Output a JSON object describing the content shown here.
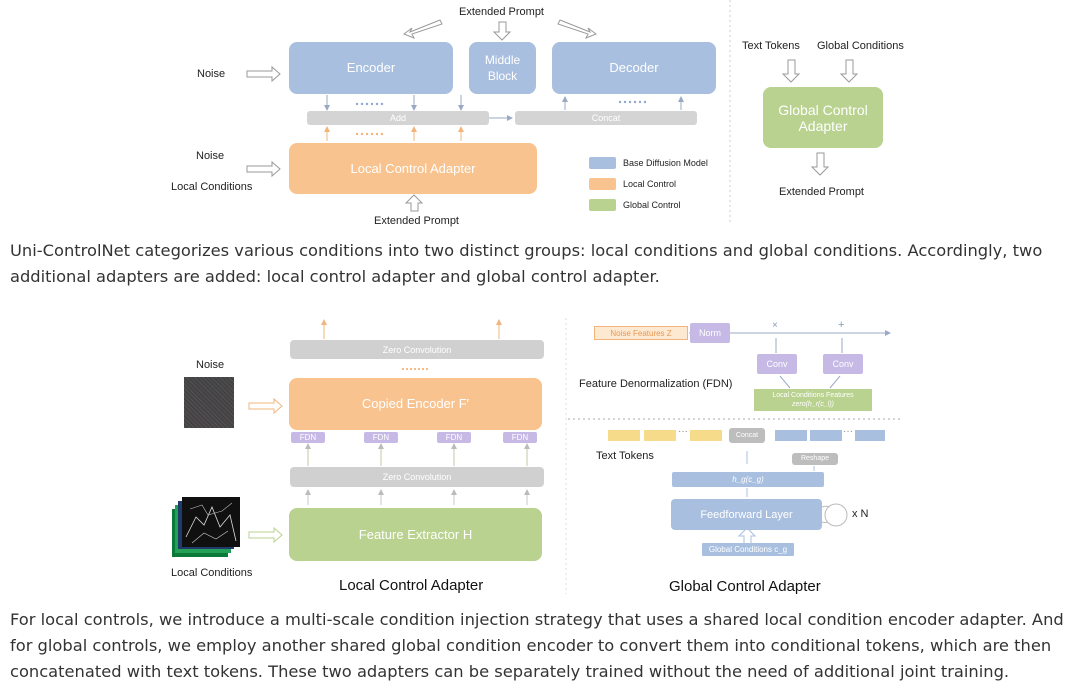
{
  "top_diagram": {
    "extended_prompt_top": "Extended Prompt",
    "noise_left": "Noise",
    "encoder": "Encoder",
    "middle_block": "Middle Block",
    "decoder": "Decoder",
    "add": "Add",
    "concat": "Concat",
    "noise_local": "Noise",
    "local_conditions": "Local Conditions",
    "local_control_adapter": "Local Control Adapter",
    "extended_prompt_bottom": "Extended Prompt",
    "legend": [
      {
        "label": "Base Diffusion Model",
        "color": "#a9bfdf"
      },
      {
        "label": "Local Control",
        "color": "#f8c38f"
      },
      {
        "label": "Global Control",
        "color": "#b9d28f"
      }
    ],
    "text_tokens": "Text Tokens",
    "global_conditions": "Global Conditions",
    "global_control_adapter": "Global Control Adapter",
    "extended_prompt_right": "Extended Prompt"
  },
  "paragraph1": "Uni-ControlNet categorizes various conditions into two distinct groups: local conditions and global conditions. Accordingly, two additional adapters are added: local control adapter and global control adapter.",
  "bottom_diagram": {
    "noise": "Noise",
    "local_conditions": "Local Conditions",
    "zero_conv_top": "Zero Convolution",
    "copied_encoder": "Copied Encoder F′",
    "fdn": "FDN",
    "zero_conv_bottom": "Zero Convolution",
    "feature_extractor": "Feature Extractor H",
    "local_caption": "Local Control Adapter",
    "noise_features": "Noise Features Z",
    "norm": "Norm",
    "times": "×",
    "plus": "+",
    "conv": "Conv",
    "fdn_label": "Feature Denormalization (FDN)",
    "local_cond_features_1": "Local Conditions Features",
    "local_cond_features_2": "zero(h_r(c_l))",
    "concat": "Concat",
    "text_tokens": "Text Tokens",
    "reshape": "Reshape",
    "hg": "h_g(c_g)",
    "feedforward": "Feedforward Layer",
    "xn": "x N",
    "global_conditions": "Global Conditions c_g",
    "global_caption": "Global Control Adapter"
  },
  "paragraph2": "For local controls, we introduce a multi-scale condition injection strategy that uses a shared local condition encoder adapter. And for global controls, we employ another shared global condition encoder to convert them into conditional tokens, which are then concatenated with text tokens. These two adapters can be separately trained without the need of additional joint training."
}
